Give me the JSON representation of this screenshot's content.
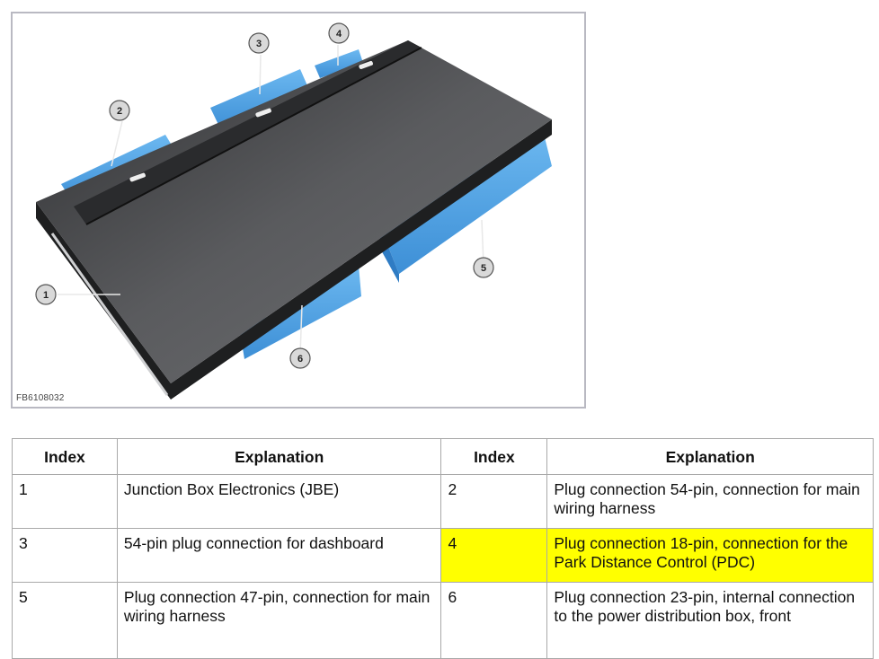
{
  "figure": {
    "id_label": "FB6108032",
    "callouts": [
      "1",
      "2",
      "3",
      "4",
      "5",
      "6"
    ],
    "colors": {
      "housing": "#3a3b3d",
      "connector": "#4a9fe0",
      "frame": "#b9b9c2"
    }
  },
  "legend_table": {
    "headers": [
      "Index",
      "Explanation",
      "Index",
      "Explanation"
    ],
    "rows": [
      {
        "index_a": "1",
        "text_a": "Junction Box Electronics (JBE)",
        "index_b": "2",
        "text_b": "Plug connection 54-pin, connection for main wiring harness",
        "highlight_b": false
      },
      {
        "index_a": "3",
        "text_a": "54-pin plug connection for dashboard",
        "index_b": "4",
        "text_b": "Plug connection 18-pin, connection for the Park Distance Control (PDC)",
        "highlight_b": true
      },
      {
        "index_a": "5",
        "text_a": "Plug connection 47-pin, connection for main wiring harness",
        "index_b": "6",
        "text_b": "Plug connection 23-pin, internal connection to the power distribution box, front",
        "highlight_b": false
      }
    ],
    "highlight_color": "#ffff00"
  }
}
